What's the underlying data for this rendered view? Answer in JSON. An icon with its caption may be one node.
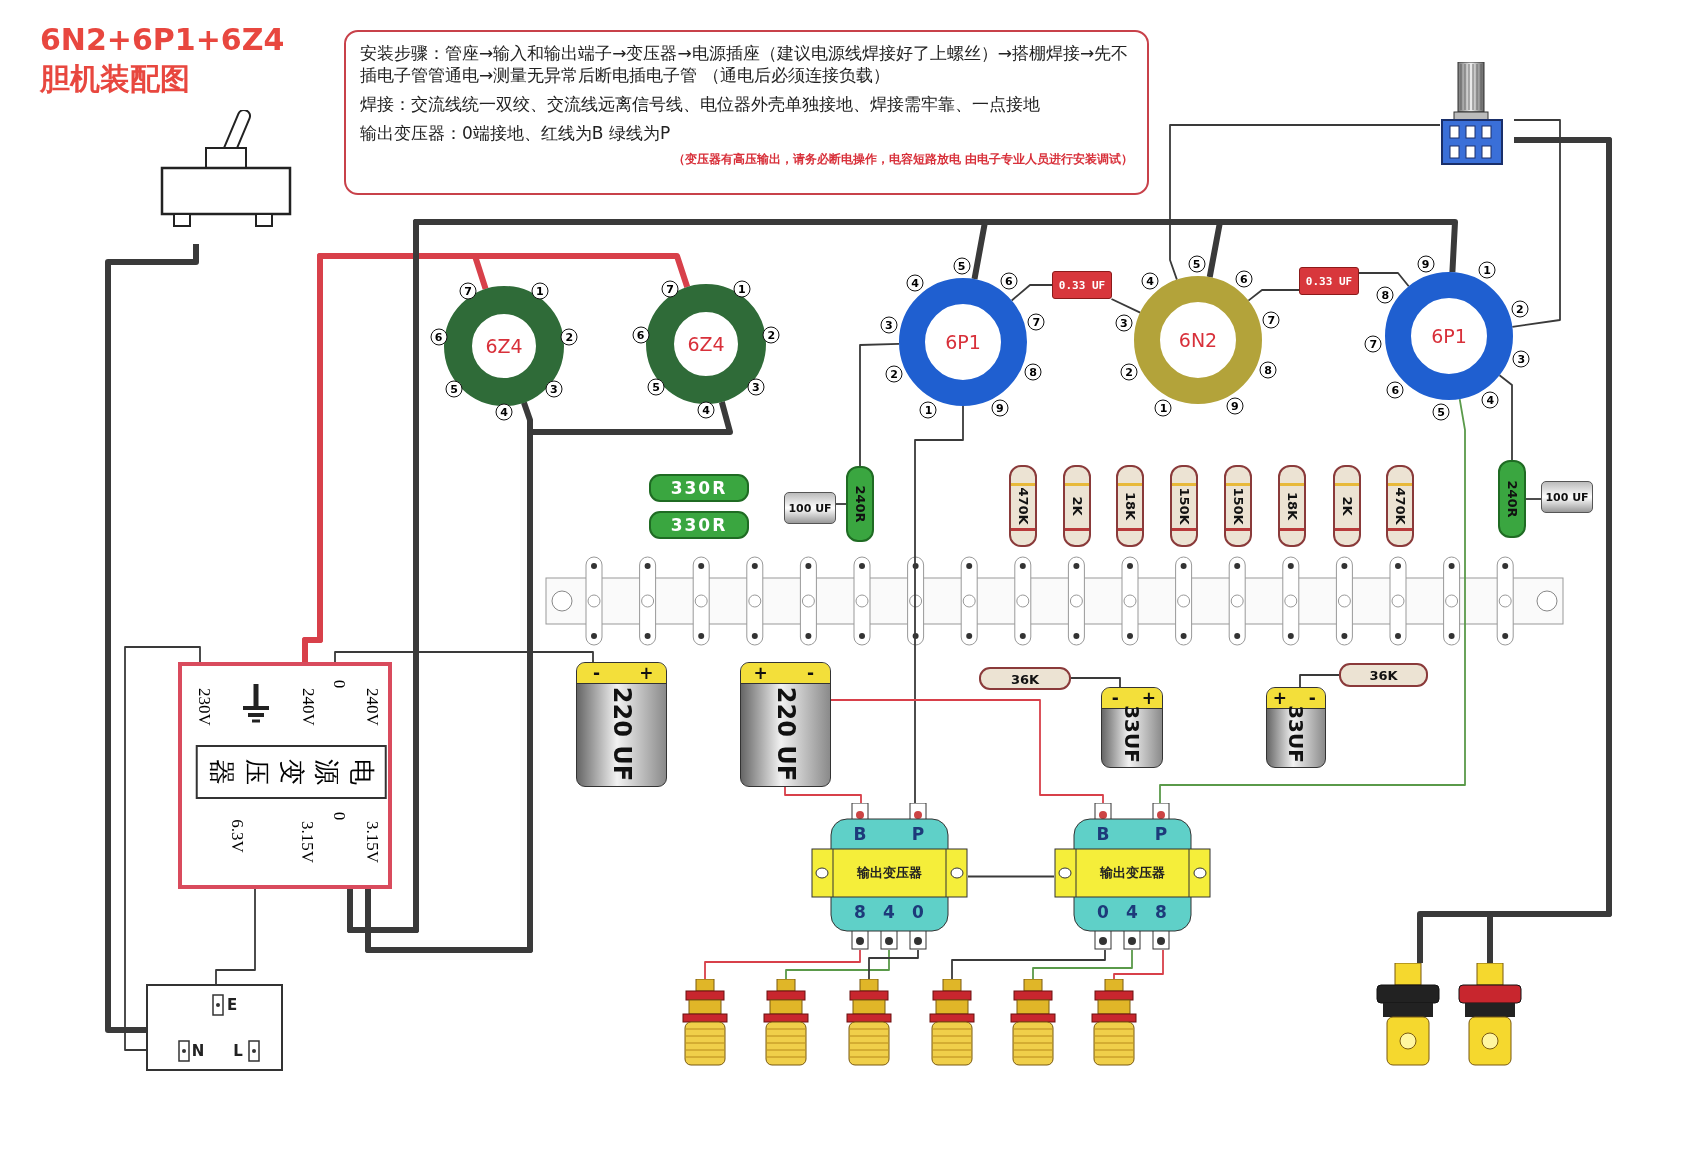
{
  "diagram": {
    "title": "6N2+6P1+6Z4 胆机装配图",
    "nodes": [
      {
        "text": [
          "安装步骤：管座→输入和输出端子→变压器→电源插座（建议电源线焊接好了上螺丝）→搭棚焊接→先不插电子管管通电→测量无异常后断电插电子管 （通电后必须连接负载）",
          "焊接：交流线统一双绞、交流线远离信号线、电位器外壳单独接地、焊接需牢靠、一点接地",
          "输出变压器：0端接地、红线为B 绿线为P",
          "（变压器有高压输出，请务必断电操作，电容短路放电 由电子专业人员进行安装调试）"
        ]
      },
      {
        "text": [],
        "shape": "picture"
      },
      {
        "text": [
          "230V",
          "240V",
          "0",
          "240V",
          "电源变压器",
          "3.15V",
          "0",
          "3.15V",
          "6.3V"
        ]
      },
      {
        "text": [
          "E",
          "N",
          "L"
        ]
      },
      {
        "text": [
          "6Z4",
          "1",
          "2",
          "3",
          "4",
          "5",
          "6",
          "7"
        ]
      },
      {
        "text": [
          "6Z4",
          "1",
          "2",
          "3",
          "4",
          "5",
          "6",
          "7"
        ]
      },
      {
        "text": [
          "6P1",
          "1",
          "2",
          "3",
          "4",
          "5",
          "6",
          "7",
          "8",
          "9"
        ]
      },
      {
        "text": [
          "0.33 UF"
        ]
      },
      {
        "text": [
          "6N2",
          "1",
          "2",
          "3",
          "4",
          "5",
          "6",
          "7",
          "8",
          "9"
        ]
      },
      {
        "text": [
          "0.33 UF"
        ]
      },
      {
        "text": [
          "6P1",
          "1",
          "2",
          "3",
          "4",
          "5",
          "6",
          "7",
          "8",
          "9"
        ]
      },
      {
        "text": [],
        "shape": "picture"
      },
      {
        "text": [
          "330R"
        ]
      },
      {
        "text": [
          "330R"
        ]
      },
      {
        "text": [
          "100 UF"
        ]
      },
      {
        "text": [
          "240R"
        ]
      },
      {
        "text": [
          "470K"
        ]
      },
      {
        "text": [
          "2K"
        ]
      },
      {
        "text": [
          "18K"
        ]
      },
      {
        "text": [
          "150K"
        ]
      },
      {
        "text": [
          "150K"
        ]
      },
      {
        "text": [
          "18K"
        ]
      },
      {
        "text": [
          "2K"
        ]
      },
      {
        "text": [
          "470K"
        ]
      },
      {
        "text": [
          "240R"
        ]
      },
      {
        "text": [
          "100 UF"
        ]
      },
      {
        "text": [
          "-",
          "+",
          "220 UF"
        ]
      },
      {
        "text": [
          "+",
          "-",
          "220 UF"
        ]
      },
      {
        "text": [
          "36K"
        ]
      },
      {
        "text": [
          "-",
          "+",
          "33UF"
        ]
      },
      {
        "text": [
          "+",
          "-",
          "33UF"
        ]
      },
      {
        "text": [
          "36K"
        ]
      },
      {
        "text": [
          "B",
          "P",
          "输出变压器",
          "8",
          "4",
          "0"
        ]
      },
      {
        "text": [
          "B",
          "P",
          "输出变压器",
          "0",
          "4",
          "8"
        ]
      },
      {
        "text": [],
        "shape": "picture"
      },
      {
        "text": [],
        "shape": "picture"
      },
      {
        "text": [],
        "shape": "picture"
      },
      {
        "text": [],
        "shape": "picture"
      },
      {
        "text": [],
        "shape": "picture"
      },
      {
        "text": [],
        "shape": "picture"
      },
      {
        "text": [],
        "shape": "picture"
      },
      {
        "text": [],
        "shape": "picture"
      }
    ],
    "edges": [
      {
        "from": 1,
        "to": 3,
        "arrow": "none",
        "style": "thick"
      },
      {
        "from": 3,
        "to": 2,
        "arrow": "none"
      },
      {
        "from": 2,
        "to": 4,
        "arrow": "none",
        "style": "thick",
        "color": "#d8404a"
      },
      {
        "from": 2,
        "to": 5,
        "arrow": "none",
        "style": "thick",
        "color": "#d8404a"
      },
      {
        "from": 2,
        "to": 4,
        "arrow": "none",
        "style": "thick"
      },
      {
        "from": 2,
        "to": 5,
        "arrow": "none",
        "style": "thick"
      },
      {
        "from": 2,
        "to": 6,
        "arrow": "none",
        "style": "thick"
      },
      {
        "from": 2,
        "to": 8,
        "arrow": "none",
        "style": "thick"
      },
      {
        "from": 2,
        "to": 10,
        "arrow": "none",
        "style": "thick"
      },
      {
        "from": 2,
        "to": 26,
        "arrow": "none"
      },
      {
        "from": 6,
        "to": 7,
        "arrow": "none"
      },
      {
        "from": 7,
        "to": 8,
        "arrow": "none"
      },
      {
        "from": 8,
        "to": 9,
        "arrow": "none"
      },
      {
        "from": 9,
        "to": 10,
        "arrow": "none"
      },
      {
        "from": 11,
        "to": 8,
        "arrow": "none"
      },
      {
        "from": 11,
        "to": 10,
        "arrow": "none"
      },
      {
        "from": 11,
        "to": 40,
        "arrow": "none",
        "style": "thick"
      },
      {
        "from": 11,
        "to": 41,
        "arrow": "none",
        "style": "thick"
      },
      {
        "from": 6,
        "to": 15,
        "arrow": "none"
      },
      {
        "from": 10,
        "to": 24,
        "arrow": "none"
      },
      {
        "from": 14,
        "to": 15,
        "arrow": "none"
      },
      {
        "from": 25,
        "to": 24,
        "arrow": "none"
      },
      {
        "from": 6,
        "to": 32,
        "arrow": "none"
      },
      {
        "from": 10,
        "to": 33,
        "arrow": "none",
        "color": "#5a9a4a"
      },
      {
        "from": 27,
        "to": 32,
        "arrow": "none",
        "color": "#d8404a"
      },
      {
        "from": 27,
        "to": 33,
        "arrow": "none",
        "color": "#d8404a"
      },
      {
        "from": 32,
        "to": 34,
        "arrow": "none",
        "color": "#d8404a"
      },
      {
        "from": 32,
        "to": 35,
        "arrow": "none",
        "color": "#5a9a4a"
      },
      {
        "from": 32,
        "to": 36,
        "arrow": "none"
      },
      {
        "from": 33,
        "to": 37,
        "arrow": "none"
      },
      {
        "from": 33,
        "to": 38,
        "arrow": "none",
        "color": "#5a9a4a"
      },
      {
        "from": 33,
        "to": 39,
        "arrow": "none",
        "color": "#d8404a"
      },
      {
        "from": 32,
        "to": 33,
        "arrow": "none"
      },
      {
        "from": 28,
        "to": 29,
        "arrow": "none"
      },
      {
        "from": 31,
        "to": 30,
        "arrow": "none"
      },
      {
        "from": 3,
        "to": 2,
        "arrow": "none"
      }
    ]
  }
}
